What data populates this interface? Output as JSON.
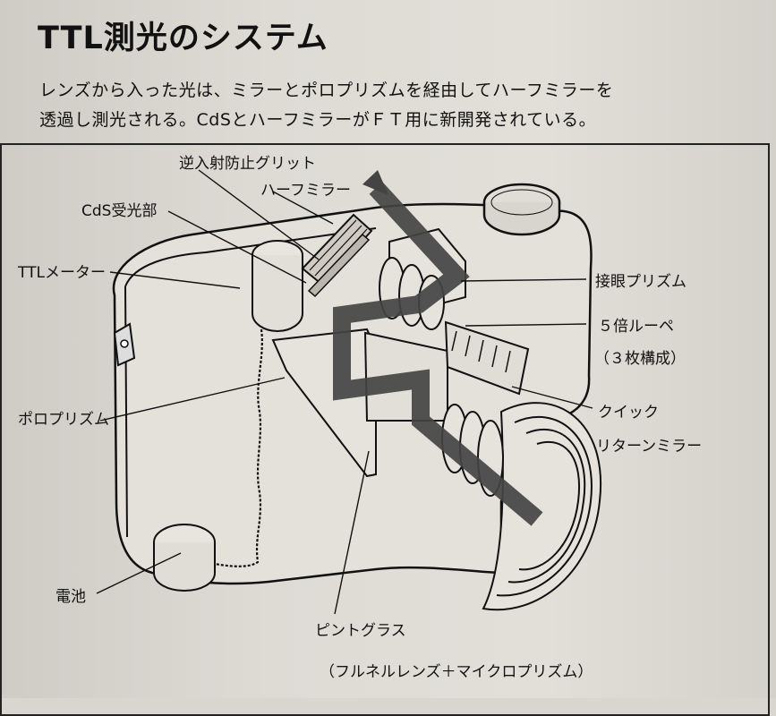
{
  "title": "TTL測光のシステム",
  "description": {
    "line1": "レンズから入った光は、ミラーとポロプリズムを経由してハーフミラーを",
    "line2": "透過し測光される。CdSとハーフミラーがＦＴ用に新開発されている。"
  },
  "labels": {
    "anti_reflection_grit": "逆入射防止グリット",
    "half_mirror": "ハーフミラー",
    "cds_receiver": "CdS受光部",
    "ttl_meter": "TTLメーター",
    "eyepiece_prism": "接眼プリズム",
    "loupe": "５倍ルーペ",
    "loupe_note": "（３枚構成）",
    "porro_prism": "ポロプリズム",
    "quick_return_1": "クイック",
    "quick_return_2": "リターンミラー",
    "battery": "電池",
    "focusing_screen": "ピントグラス",
    "focusing_screen_note": "（フルネルレンズ＋マイクロプリズム）"
  }
}
